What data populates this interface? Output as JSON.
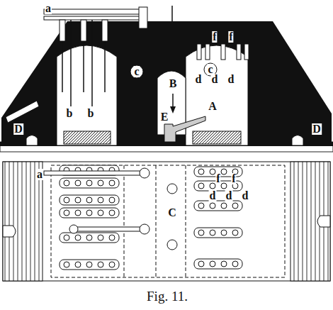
{
  "diagram": {
    "caption": "Fig. 11.",
    "labels": [
      "a",
      "b",
      "b",
      "c",
      "c",
      "B",
      "E",
      "A",
      "d",
      "d",
      "d",
      "f",
      "f",
      "D",
      "D",
      "a",
      "f",
      "f",
      "d",
      "d",
      "d",
      "C"
    ]
  }
}
